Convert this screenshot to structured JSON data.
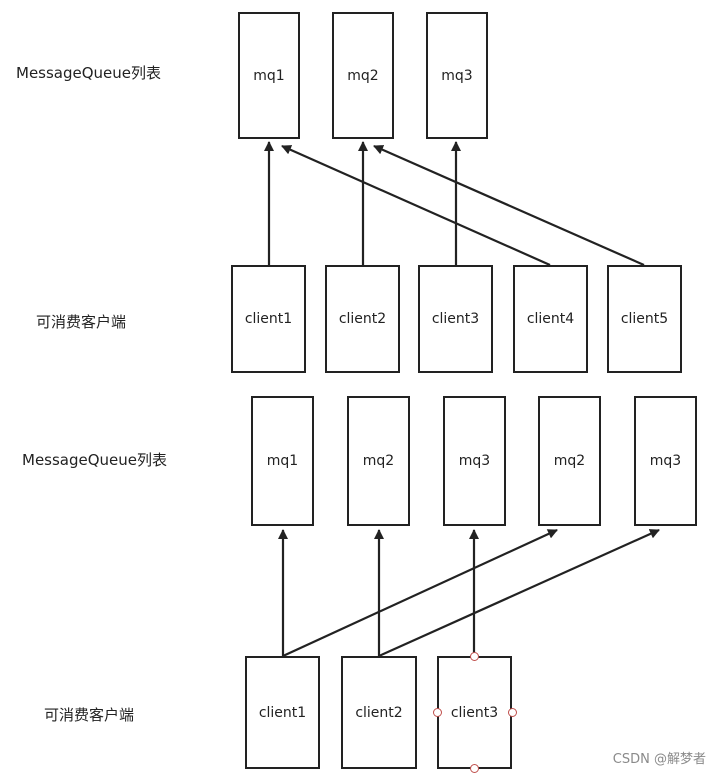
{
  "top": {
    "queue_label": "MessageQueue列表",
    "client_label": "可消费客户端",
    "queues": [
      "mq1",
      "mq2",
      "mq3"
    ],
    "clients": [
      "client1",
      "client2",
      "client3",
      "client4",
      "client5"
    ]
  },
  "bottom": {
    "queue_label": "MessageQueue列表",
    "client_label": "可消费客户端",
    "queues": [
      "mq1",
      "mq2",
      "mq3",
      "mq2",
      "mq3"
    ],
    "clients": [
      "client1",
      "client2",
      "client3"
    ]
  },
  "watermark": "CSDN @解梦者"
}
